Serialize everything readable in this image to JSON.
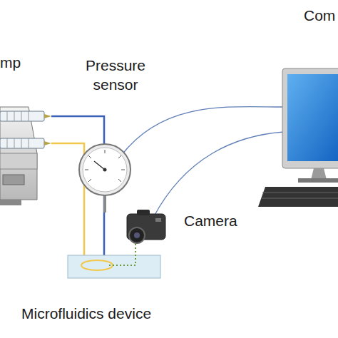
{
  "diagram": {
    "labels": [
      "mp",
      "Pressure sensor",
      "Com",
      "Camera",
      "Microfluidics device"
    ]
  }
}
